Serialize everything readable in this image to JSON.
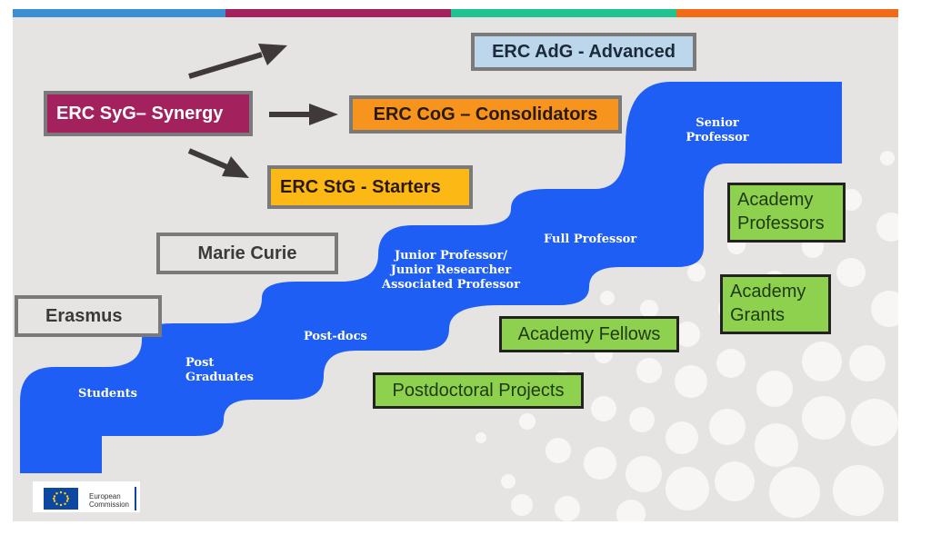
{
  "colors": {
    "top_bar": [
      "#3b8fd3",
      "#a3225d",
      "#1fc390",
      "#f16a15"
    ],
    "staircase": "#1f5ef5",
    "synergy": "#a3225d",
    "advanced": "#bcd7eb",
    "consolidators": "#f7941d",
    "starters": "#fcb814",
    "academy": "#8dd14e"
  },
  "erc": {
    "synergy": "ERC SyG– Synergy",
    "advanced": "ERC AdG - Advanced",
    "consolidators": "ERC CoG – Consolidators",
    "starters": "ERC StG - Starters"
  },
  "programs": {
    "marie_curie": "Marie Curie",
    "erasmus": "Erasmus"
  },
  "stairs": {
    "students": "Students",
    "post_graduates": [
      "Post",
      "Graduates"
    ],
    "post_docs": "Post-docs",
    "junior": [
      "Junior Professor/",
      "Junior Researcher",
      "Associated Professor"
    ],
    "full_professor": "Full Professor",
    "senior": [
      "Senior",
      "Professor"
    ]
  },
  "academy": {
    "professors": [
      "Academy",
      "Professors"
    ],
    "grants": [
      "Academy",
      "Grants"
    ],
    "fellows": "Academy Fellows",
    "postdoctoral": "Postdoctoral Projects"
  },
  "logo": {
    "text": [
      "European",
      "Commission"
    ],
    "icon": "eu-flag-icon"
  }
}
